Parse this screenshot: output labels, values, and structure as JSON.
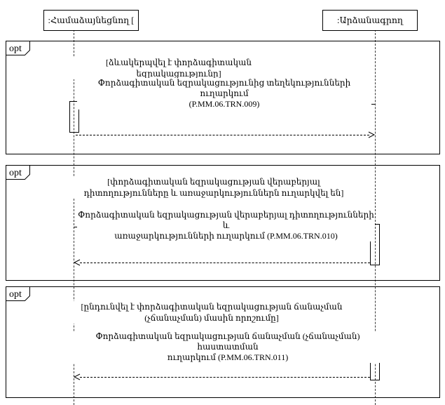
{
  "diagram": {
    "kind": "uml-sequence",
    "actors": [
      {
        "label": ":Համաձայնեցնող  ["
      },
      {
        "label": ":Արձանագրող"
      }
    ],
    "fragments": [
      {
        "operator": "opt",
        "guard_lines": [
          "[ձևակերպվել է փորձագիտական եզրակացությունը]"
        ],
        "message_lines": [
          "Փորձագիտական եզրակացությունից տեղեկությունների ուղարկում",
          "(P.MM.06.TRN.009)"
        ]
      },
      {
        "operator": "opt",
        "guard_lines": [
          "[փորձագիտական եզրակացության վերաբերյալ",
          "դիտողությունները և առաջարկություններն ուղարկվել են]"
        ],
        "message_lines": [
          "Փորձագիտական եզրակացության վերաբերյալ դիտողությունների և",
          "առաջարկությունների ուղարկում (P.MM.06.TRN.010)"
        ]
      },
      {
        "operator": "opt",
        "guard_lines": [
          "[ընդունվել է փորձագիտական եզրակացության ճանաչման",
          "(չճանաչման) մասին որոշումը]"
        ],
        "message_lines": [
          "Փորձագիտական եզրակացության ճանաչման (չճանաչման) հաստատման",
          "ուղարկում (P.MM.06.TRN.011)"
        ]
      }
    ]
  }
}
